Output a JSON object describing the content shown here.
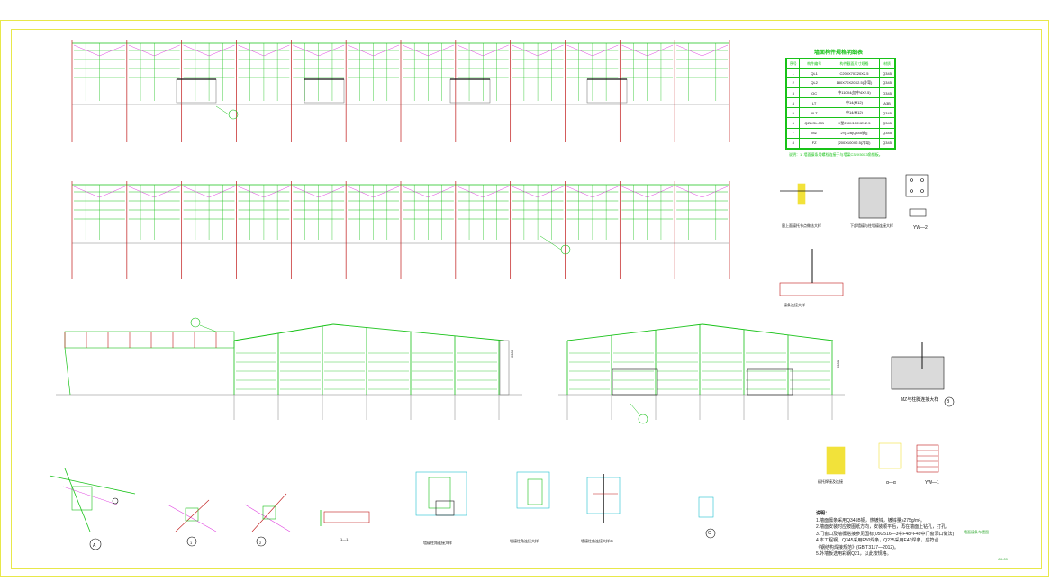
{
  "legend": {
    "title": "墙面构件规格明细表",
    "headers": [
      "序号",
      "构件编号",
      "构件截面尺寸规格",
      "材质"
    ],
    "rows": [
      [
        "1",
        "QL1",
        "C200X70X20X2.5",
        "Q345"
      ],
      [
        "2",
        "QL2",
        "180X70X20X2.5(冷弯)",
        "Q345"
      ],
      [
        "3",
        "QC",
        "中110X4(加中4X2.5)",
        "Q345"
      ],
      [
        "4",
        "LT",
        "中14(M12)",
        "A3B"
      ],
      [
        "5",
        "XLT",
        "中14(M12)",
        "Q345"
      ],
      [
        "6",
        "QZL/GL-MB",
        "H型250X150X2X2.5",
        "Q345"
      ],
      [
        "7",
        "MZ",
        "2×[12a(Q345钢)]",
        "Q345"
      ],
      [
        "8",
        "FZ",
        "[200X100X2.5(冷弯)",
        "Q345"
      ]
    ],
    "note": "说明：1. 墙面檩条用螺栓连接于与墙梁C32X50X3角钢板。"
  },
  "notes": {
    "head": "说明：",
    "lines": [
      "1.墙面檩条采用Q345B钢，热镀锌，镀锌量≥275g/m²。",
      "2.墙面安装时应按图纸方向，安装顺平后，再在墙面上钻孔，打孔。",
      "3.门窗口及墙檩搭接参见国标(05G516—3中F48~F49中门窗洞口做法)",
      "4.本工程钢、Q345采用E50焊条，Q235采用E43焊条，应符合",
      "《钢结构焊接规范》(GB/T3117—2012)。",
      "5.外墙板选用彩钢Q21，以此按规格。"
    ]
  },
  "captions": {
    "detail_left": "窗上面檩托节点做法大样",
    "detail_mid": "下部墙檩与柱墙檩连接大样",
    "yw2": "YW—2",
    "beam_detail": "檩条连接大样",
    "mz_detail": "MZ与柱脚连接大样",
    "bubble_b": "B",
    "weld_detail": "檩托焊接及连接",
    "section_aa": "α—α",
    "yw1": "YW—1",
    "bubble_a": "A",
    "bubble_1": "1",
    "bubble_2": "2",
    "section_11": "1—1",
    "conn1": "墙檩柱角连接大样",
    "conn2": "墙檩柱角连接大样一",
    "conn3": "墙檩柱角连接大样二",
    "bubble_c": "C",
    "dim_height": "6000",
    "corner_note": "墙面檩条布置图",
    "page_mark": "JG-09"
  },
  "colors": {
    "frame": "#e8e84a",
    "green": "#18c218",
    "magenta": "#e040e0",
    "red": "#c01818",
    "grey": "#808080",
    "yellow": "#f2e23a",
    "cyan": "#20c0d0"
  }
}
